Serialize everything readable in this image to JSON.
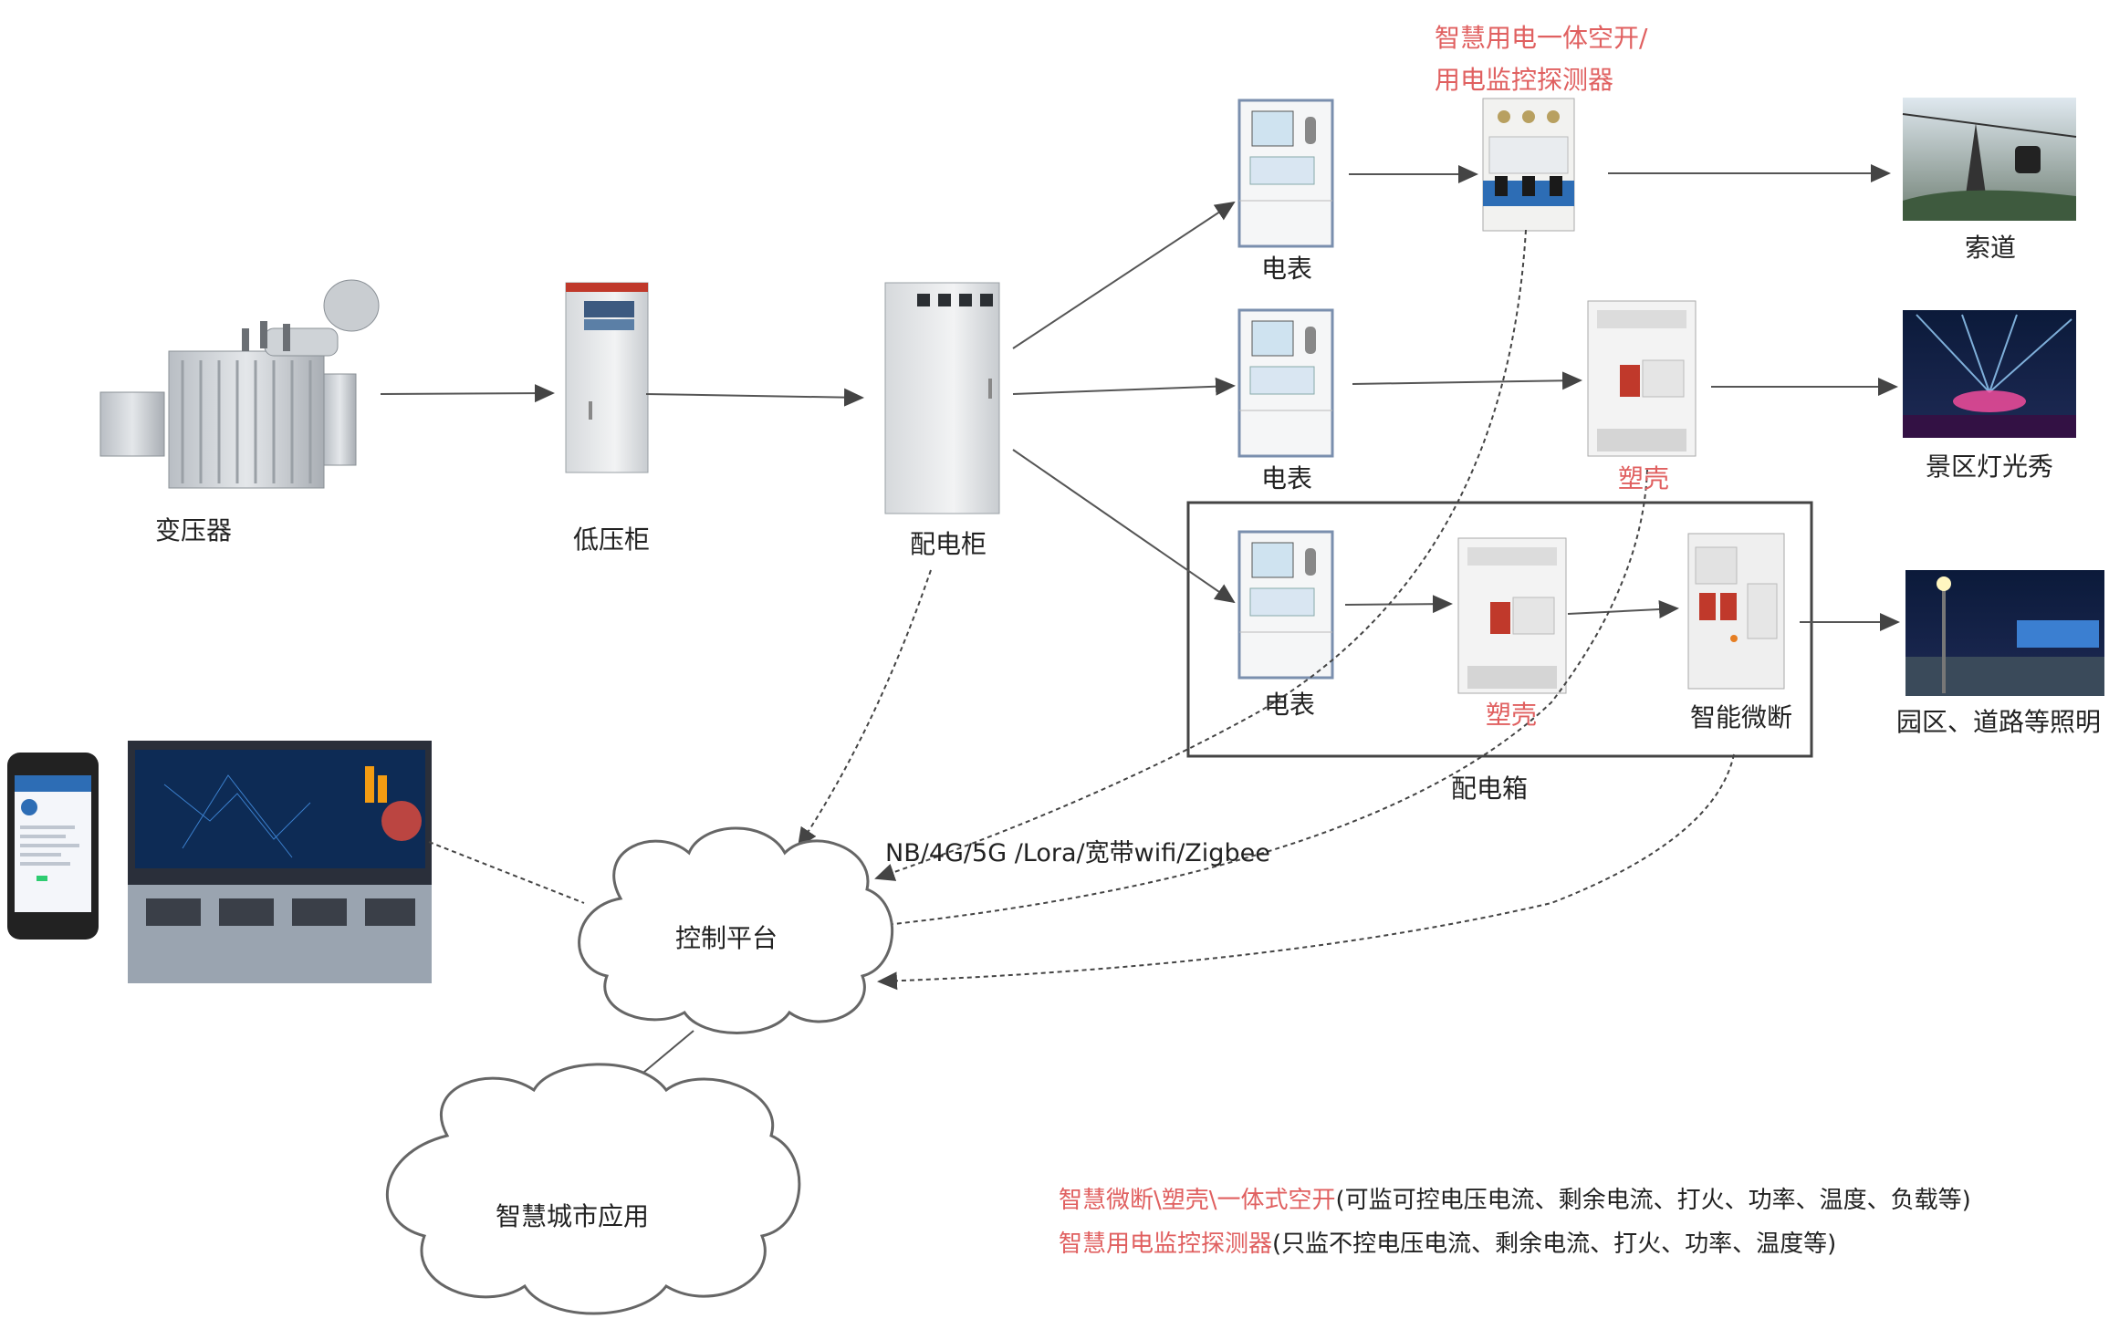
{
  "labels": {
    "transformer": "变压器",
    "low_voltage_cabinet": "低压柜",
    "distribution_cabinet": "配电柜",
    "meter_1": "电表",
    "meter_2": "电表",
    "meter_3": "电表",
    "smart_breaker_title_line1": "智慧用电一体空开/",
    "smart_breaker_title_line2": "用电监控探测器",
    "molded_case_1": "塑壳",
    "molded_case_2": "塑壳",
    "smart_micro_breaker": "智能微断",
    "distribution_box": "配电箱",
    "cableway": "索道",
    "scenic_light_show": "景区灯光秀",
    "park_road_lighting": "园区、道路等照明",
    "network_protocols": "NB/4G/5G /Lora/宽带wifi/Zigbee",
    "control_platform": "控制平台",
    "smart_city": "智慧城市应用"
  },
  "notes": {
    "line1_highlight": "智慧微断\\塑壳\\一体式空开",
    "line1_rest": "(可监可控电压电流、剩余电流、打火、功率、温度、负载等)",
    "line2_highlight": "智慧用电监控探测器",
    "line2_rest": "(只监不控电压电流、剩余电流、打火、功率、温度等)"
  },
  "colors": {
    "accent_red": "#e06060",
    "line": "#555555",
    "box_border": "#444444"
  }
}
